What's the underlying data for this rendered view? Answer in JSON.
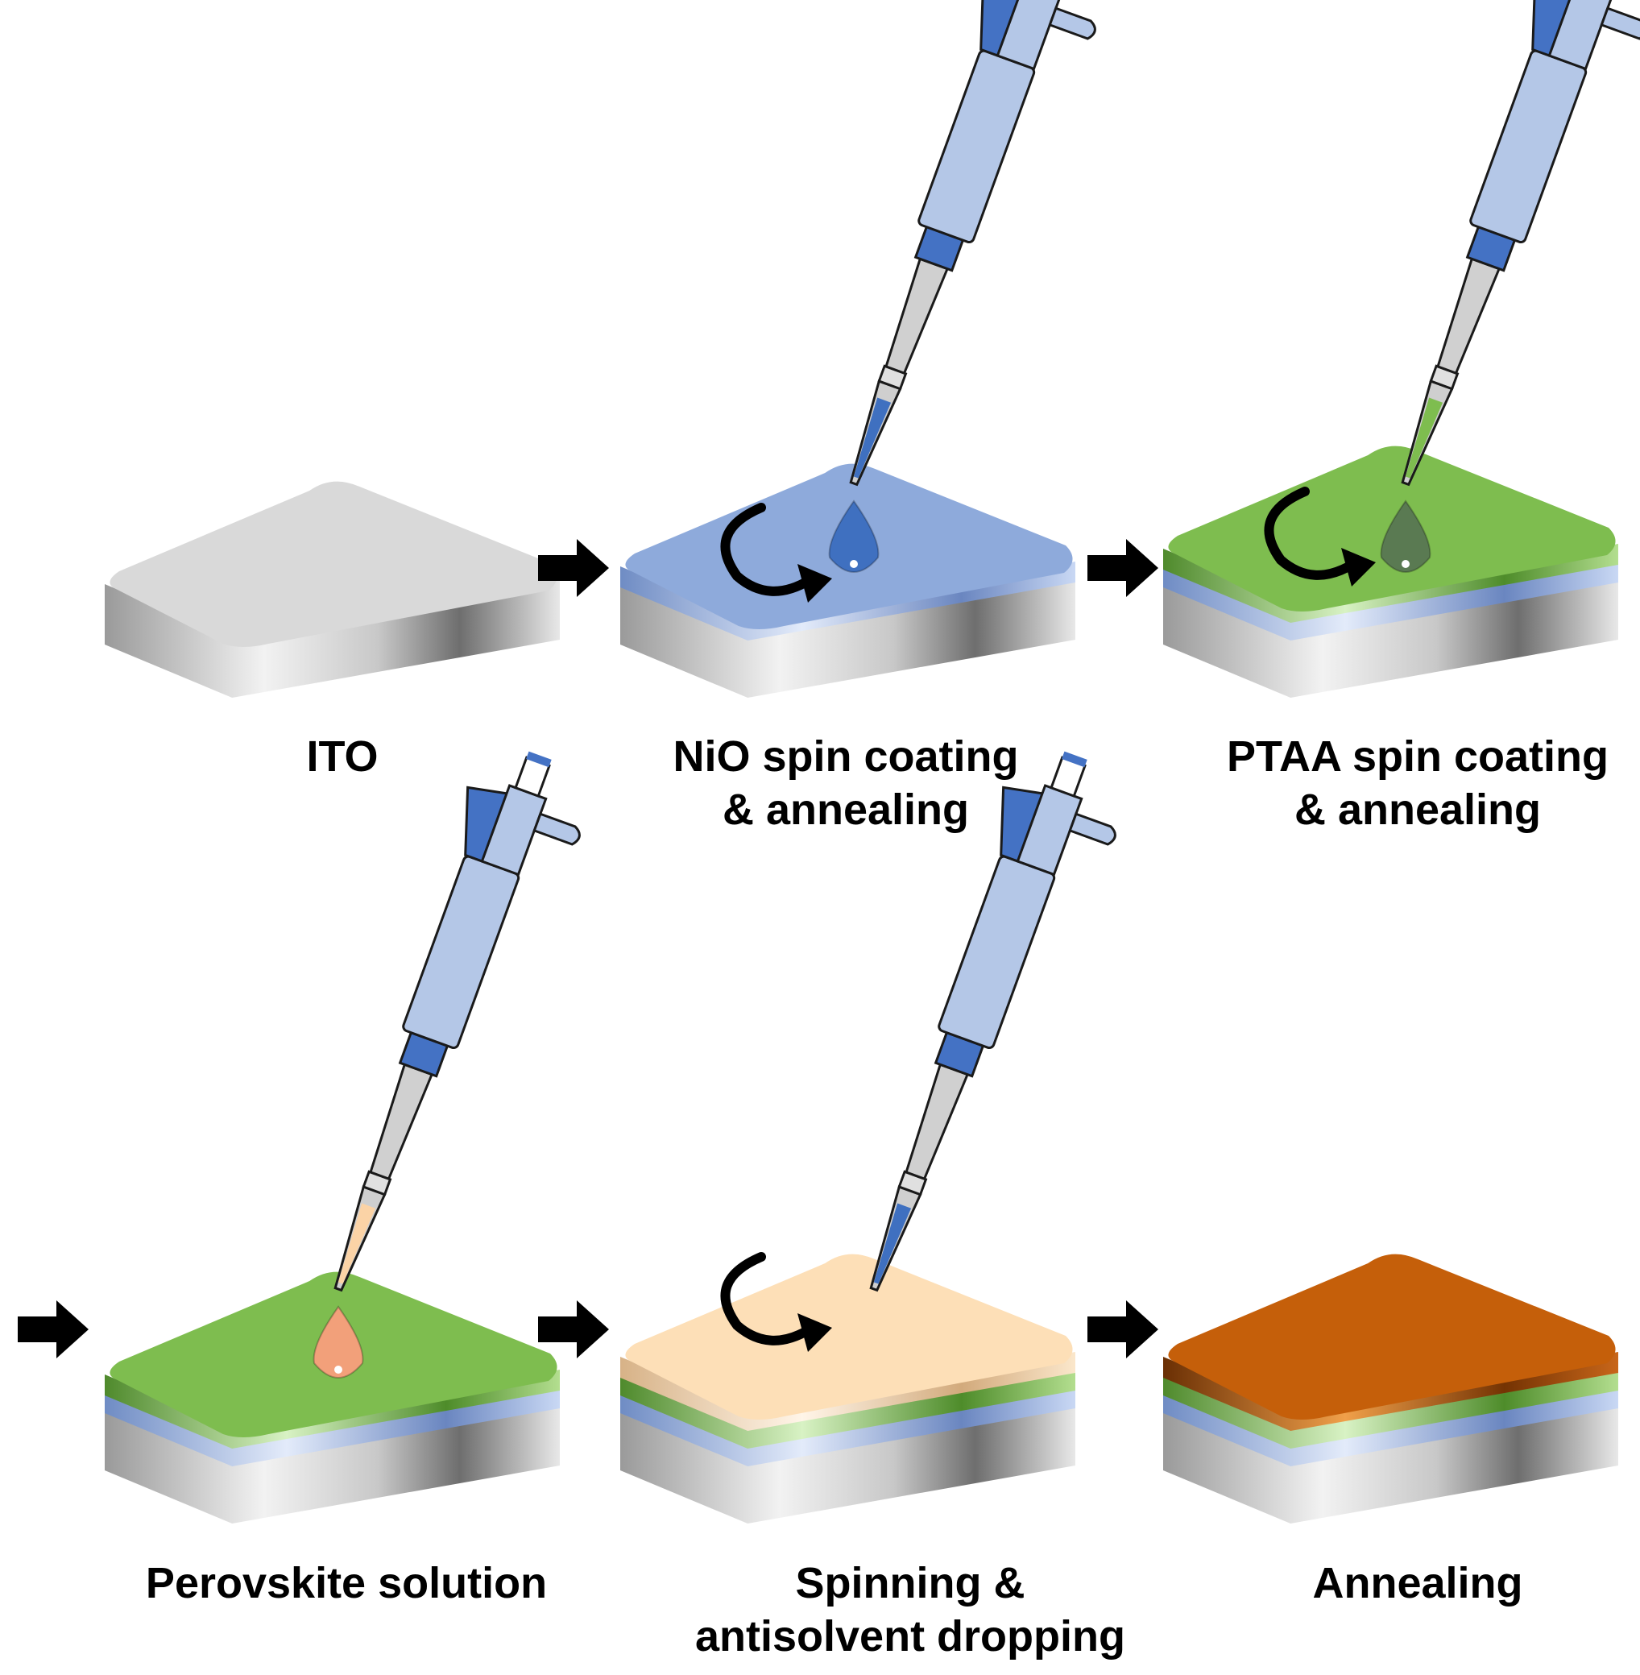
{
  "steps": [
    {
      "id": "ito",
      "lines": [
        "ITO"
      ],
      "layers": [
        "ito"
      ],
      "pipette": null,
      "spin": false
    },
    {
      "id": "nio",
      "lines": [
        "NiO spin coating",
        "& annealing"
      ],
      "layers": [
        "ito",
        "nio"
      ],
      "pipette": "nio",
      "spin": true
    },
    {
      "id": "ptaa",
      "lines": [
        "PTAA spin coating",
        "& annealing"
      ],
      "layers": [
        "ito",
        "nio",
        "ptaa"
      ],
      "pipette": "ptaa",
      "spin": true
    },
    {
      "id": "perovskite-solution",
      "lines": [
        "Perovskite solution"
      ],
      "layers": [
        "ito",
        "nio",
        "ptaa"
      ],
      "pipette": "perovskite",
      "spin": false
    },
    {
      "id": "spinning-antisolvent",
      "lines": [
        "Spinning &",
        "antisolvent dropping"
      ],
      "layers": [
        "ito",
        "nio",
        "ptaa",
        "wet"
      ],
      "pipette": "antisolvent",
      "spin": true
    },
    {
      "id": "annealing",
      "lines": [
        "Annealing"
      ],
      "layers": [
        "ito",
        "nio",
        "ptaa",
        "perovskite"
      ],
      "pipette": null,
      "spin": false
    }
  ],
  "colors": {
    "ito": "#d9d9d9",
    "nio": "#8eaadb",
    "ptaa": "#7ebd4f",
    "wet": "#fddfb7",
    "perovskite": "#c55f0a",
    "pipette_body": "#b4c7e7",
    "pipette_accent": "#4472c4",
    "arrow": "#000000"
  },
  "droplet_colors": {
    "nio": "#3f70c0",
    "ptaa": "#5a7a52",
    "perovskite": "#f2a07a",
    "antisolvent": "#3f70c0"
  }
}
